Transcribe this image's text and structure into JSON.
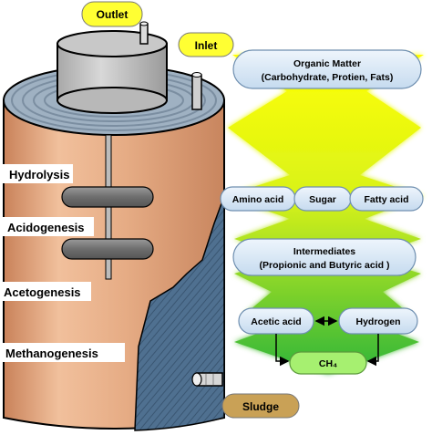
{
  "labels": {
    "outlet": "Outlet",
    "inlet": "Inlet",
    "sludge": "Sludge"
  },
  "stages": {
    "hydrolysis": "Hydrolysis",
    "acidogenesis": "Acidogenesis",
    "acetogenesis": "Acetogenesis",
    "methanogenesis": "Methanogenesis"
  },
  "process": {
    "organic_matter_line1": "Organic Matter",
    "organic_matter_line2": "(Carbohydrate, Protien, Fats)",
    "amino_acid": "Amino acid",
    "sugar": "Sugar",
    "fatty_acid": "Fatty acid",
    "intermediates_line1": "Intermediates",
    "intermediates_line2": "(Propionic and Butyric acid )",
    "acetic_acid": "Acetic acid",
    "hydrogen": "Hydrogen",
    "ch4": "CH₄"
  },
  "colors": {
    "tank_fill": "#e0a47c",
    "sludge_fill": "#4a6c8c",
    "yellow_label": "#ffff33",
    "sludge_label": "#c9a156",
    "green_top": "#ffff00",
    "green_bottom": "#33c33a",
    "pill_fill": "#dbe9f7",
    "ch4_fill": "#a6f070"
  }
}
